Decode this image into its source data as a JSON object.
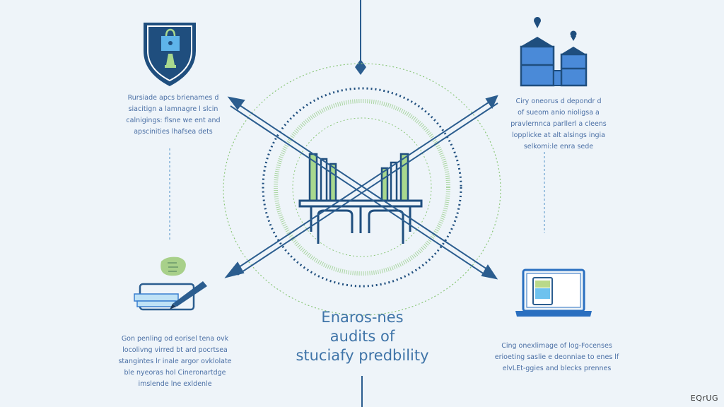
{
  "title": {
    "lines": [
      "Enaros-nes",
      "audits of",
      "stuciafy predbility"
    ]
  },
  "panels": {
    "top_left": {
      "icon": "shield-lock-icon",
      "text": "Rursiade apcs brienames d\nsiacitign a lamnagre l slcin\ncalnigings: flsne we ent and\napscinities lhafsea dets"
    },
    "top_right": {
      "icon": "buildings-location-icon",
      "text": "Ciry oneorus d depondr d\nof sueom anio nioligsa a\npravlernnca parllerl a cleens\nlopplicke at alt alsings ingia\nselkomi:le enra sede"
    },
    "bottom_left": {
      "icon": "notepad-pen-icon",
      "text": "Gon penling od eorisel tena ovk\nlocolivng virred bt ard pocrtsea\nstangintes lr inale argor ovklolate\nble nyeoras hol Cineronartdge\nimslende lne exldenle"
    },
    "bottom_right": {
      "icon": "laptop-tablet-icon",
      "text": "Cing onexlimage of log-Focenses\nerioeting saslie e deonniae to enes lf\nelvLEt-ggies and blecks prennes"
    }
  },
  "logo_text": "EQrUG",
  "colors": {
    "navy": "#1f4e7e",
    "blue": "#3a7fd0",
    "green": "#8cc77a",
    "text": "#4a6fa5",
    "background": "#eef4f9"
  }
}
